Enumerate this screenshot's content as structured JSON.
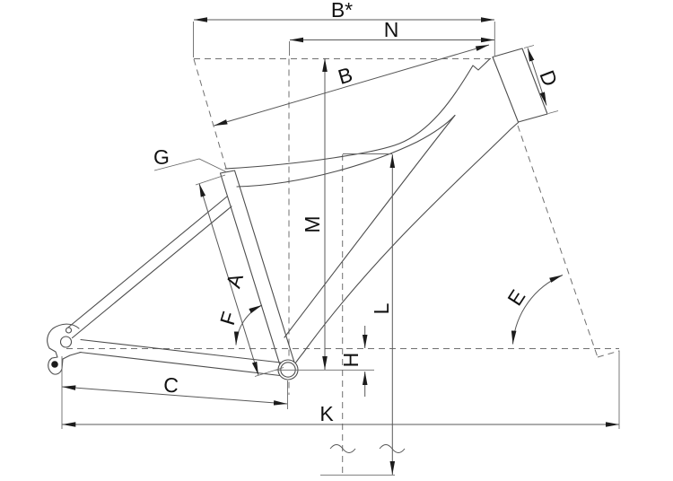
{
  "diagram": {
    "kind": "bicycle-frame-geometry-line-drawing",
    "colors": {
      "background": "#ffffff",
      "frame_line": "#4d4d4d",
      "dimension_line": "#585858",
      "dashed_reference": "#707070",
      "arrowhead": "#1c1c1c",
      "text": "#111111"
    },
    "labels": {
      "b_star": "B*",
      "n": "N",
      "b": "B",
      "d": "D",
      "g": "G",
      "m": "M",
      "a": "A",
      "f": "F",
      "e": "E",
      "l": "L",
      "h": "H",
      "c": "C",
      "k": "K"
    }
  }
}
